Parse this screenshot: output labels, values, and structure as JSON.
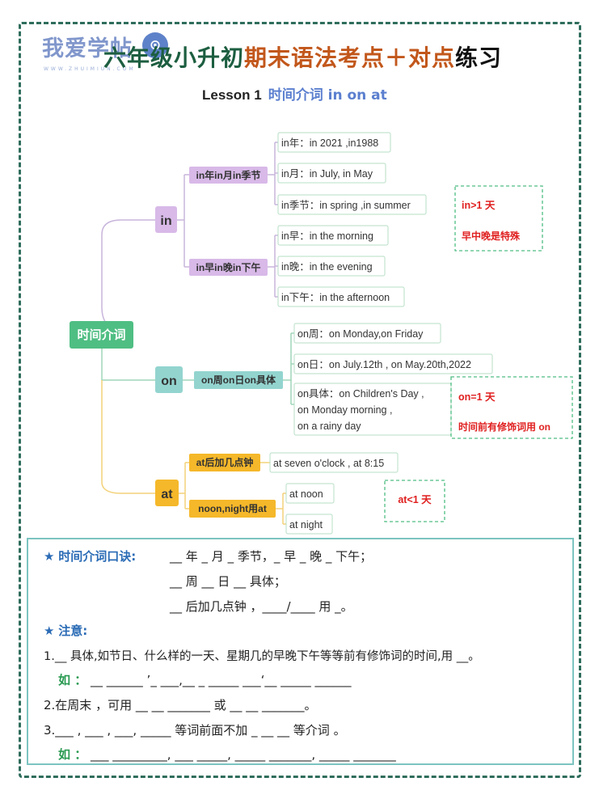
{
  "watermark": {
    "text": "我爱学帖",
    "sub": "WWW.ZHUIMIUN.COM",
    "badge": "⊙"
  },
  "title": {
    "part1": "六年级小升初",
    "part2": "期末语法考点＋对点",
    "part3": "练习"
  },
  "subtitle": {
    "lesson": "Lesson 1",
    "topic": "时间介词  in on at"
  },
  "mindmap": {
    "root": "时间介词",
    "in": {
      "label": "in",
      "sub1": "in年in月in季节",
      "sub2": "in早in晚in下午",
      "leaves1": [
        "in年：in 2021 ,in1988",
        "in月：in July, in May",
        "in季节：in spring ,in summer"
      ],
      "leaves2": [
        "in早：in the morning",
        "in晚：in the evening",
        "in下午：in the afternoon"
      ],
      "note1": "in>1 天",
      "note2": "早中晚是特殊"
    },
    "on": {
      "label": "on",
      "sub": "on周on日on具体",
      "leaves": [
        "on周：on Monday,on Friday",
        "on日：on July.12th , on May.20th,2022"
      ],
      "leaf3": [
        "on具体：on Children's Day ,",
        "on Monday morning ,",
        "on a rainy day"
      ],
      "note1": "on=1 天",
      "note2": "时间前有修饰词用 on"
    },
    "at": {
      "label": "at",
      "sub1": "at后加几点钟",
      "sub2": "noon,night用at",
      "leaf1": "at seven o'clock , at 8:15",
      "leaves2": [
        "at noon",
        "at night"
      ],
      "note": "at<1 天"
    }
  },
  "rules": {
    "star": "★",
    "mnemonic_label": "时间介词口诀:",
    "m1": "__ 年 _ 月 _ 季节，_ 早 _ 晚 _ 下午；",
    "m2": "__ 周 __ 日 __ 具体；",
    "m3": "__ 后加几点钟 ，____/____ 用 _。",
    "note_label": "注意:",
    "n1": "1.__ 具体,如节日、什么样的一天、星期几的早晚下午等等前有修饰词的时间,用 __。",
    "n1_eg_label": "如 ：",
    "n1_eg": "__ ______ ’_ ___,__ _ _____ ___‘__ _____ ______",
    "n2": "2.在周末 ，可用 __ __ _______ 或 __ __ _______。",
    "n3": "3.___ , ___ ,   ___,   _____   等词前面不加 _ __ __   等介词  。",
    "n3_eg_label": "如 ：",
    "n3_eg": "___ _________,   ___ _____,    _____ _______,    _____ _______"
  }
}
